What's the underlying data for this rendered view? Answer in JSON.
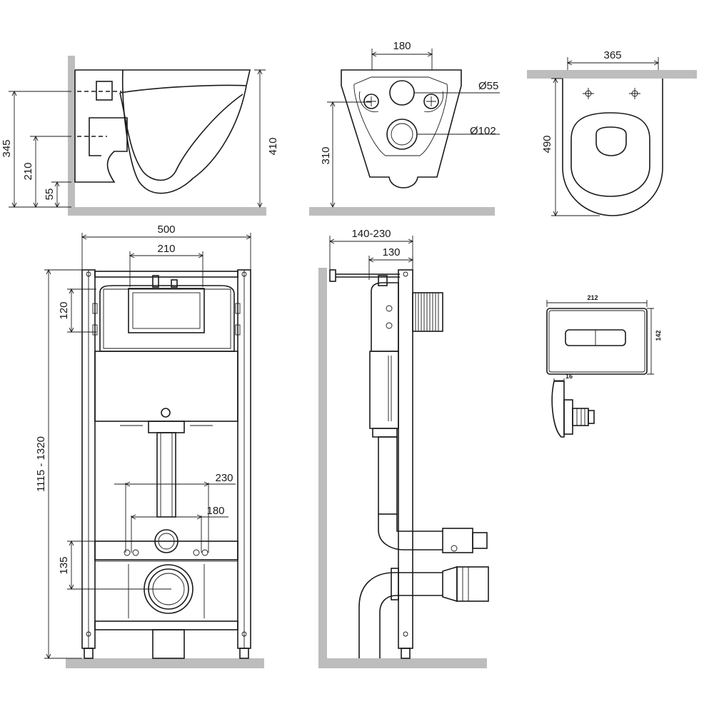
{
  "views": {
    "bowl_side": {
      "h_345": "345",
      "h_210": "210",
      "h_55": "55",
      "h_410": "410"
    },
    "bowl_back": {
      "w_180": "180",
      "d_55": "Ø55",
      "d_102": "Ø102",
      "h_310": "310"
    },
    "bowl_top": {
      "w_365": "365",
      "l_490": "490"
    },
    "frame_front": {
      "w_500": "500",
      "w_210": "210",
      "h_120": "120",
      "h_range": "1115 - 1320",
      "w_230": "230",
      "w_180": "180",
      "h_135": "135"
    },
    "frame_side": {
      "d_range": "140-230",
      "d_130": "130"
    },
    "flush_plate": {
      "w_212": "212",
      "h_142": "142",
      "t_16": "16"
    }
  }
}
